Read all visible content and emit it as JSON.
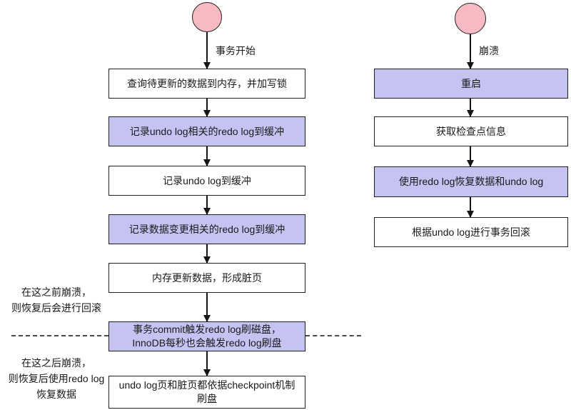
{
  "diagram": {
    "title_hint": "InnoDB redo/undo log transaction and crash-recovery flowchart",
    "left_flow": {
      "start_label": "事务开始",
      "steps": [
        {
          "text": "查询待更新的数据到内存，并加写锁",
          "variant": "white"
        },
        {
          "text": "记录undo log相关的redo log到缓冲",
          "variant": "highlight"
        },
        {
          "text": "记录undo log到缓冲",
          "variant": "white"
        },
        {
          "text": "记录数据变更相关的redo log到缓冲",
          "variant": "highlight"
        },
        {
          "text": "内存更新数据，形成脏页",
          "variant": "white"
        },
        {
          "text": "事务commit触发redo log刷磁盘，\nInnoDB每秒也会触发redo log刷盘",
          "variant": "highlight"
        },
        {
          "text": "undo log页和脏页都依据checkpoint机制\n刷盘",
          "variant": "white"
        }
      ]
    },
    "right_flow": {
      "start_label": "崩溃",
      "steps": [
        {
          "text": "重启",
          "variant": "highlight"
        },
        {
          "text": "获取检查点信息",
          "variant": "white"
        },
        {
          "text": "使用redo log恢复数据和undo log",
          "variant": "highlight"
        },
        {
          "text": "根据undo log进行事务回滚",
          "variant": "white"
        }
      ]
    },
    "annotations": {
      "before": "在这之前崩溃，\n则恢复后会进行回滚",
      "after": "在这之后崩溃，\n则恢复后使用redo log\n恢复数据"
    },
    "colors": {
      "highlight_fill": "#c5c3f2",
      "start_node_fill": "#f8bac2",
      "border": "#1f1f1f"
    }
  }
}
